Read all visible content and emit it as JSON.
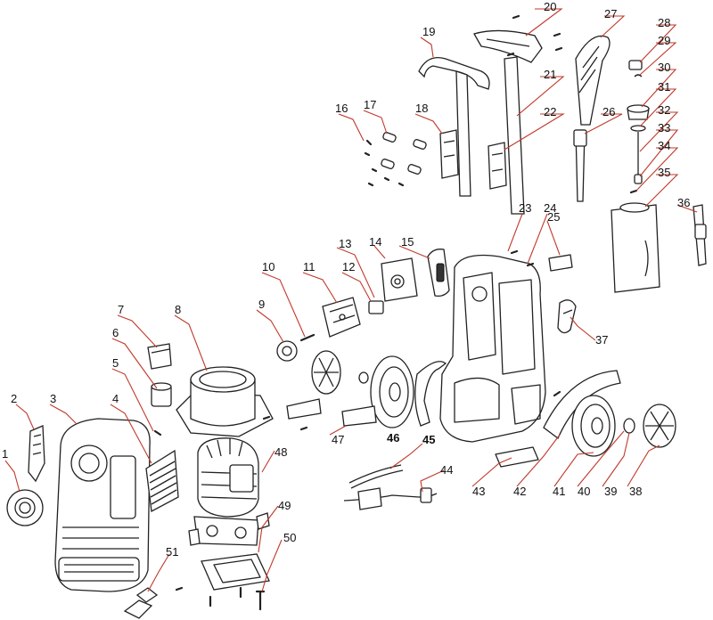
{
  "diagram": {
    "labels": [
      "1",
      "2",
      "3",
      "4",
      "5",
      "6",
      "7",
      "8",
      "9",
      "10",
      "11",
      "12",
      "13",
      "14",
      "15",
      "16",
      "17",
      "18",
      "19",
      "20",
      "21",
      "22",
      "23",
      "24",
      "25",
      "26",
      "27",
      "28",
      "29",
      "30",
      "31",
      "32",
      "33",
      "34",
      "35",
      "36",
      "37",
      "38",
      "39",
      "40",
      "41",
      "42",
      "43",
      "44",
      "45",
      "46",
      "47",
      "48",
      "49",
      "50",
      "51"
    ],
    "bold_labels": [
      "45",
      "46"
    ],
    "leader_color": "#c0392b",
    "line_color": "#222222"
  }
}
